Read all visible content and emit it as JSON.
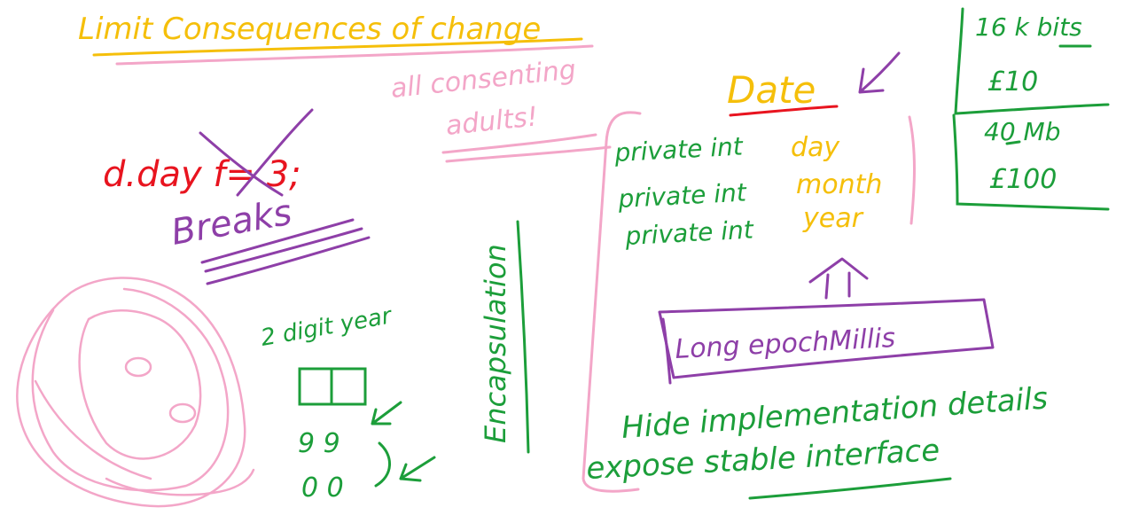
{
  "title": "Limit Consequences of change",
  "subtitle_lines": [
    "all consenting",
    "adults!"
  ],
  "crossed_code": "d.day f= 3;",
  "breaks_label": "Breaks",
  "two_digit_label": "2 digit year",
  "digit_examples": [
    "9 9",
    "0 0"
  ],
  "encapsulation_label": "Encapsulation",
  "date_class": {
    "name": "Date",
    "fields": [
      {
        "modifier": "private int",
        "field": "day"
      },
      {
        "modifier": "private int",
        "field": "month"
      },
      {
        "modifier": "private int",
        "field": "year"
      }
    ]
  },
  "epoch_label": "Long epochMillis",
  "hide_label": "Hide implementation details",
  "expose_label": "expose stable interface",
  "storage": [
    {
      "size": "16 k bits",
      "price": "£10"
    },
    {
      "size": "40 Mb",
      "price": "£100"
    }
  ],
  "colors": {
    "yellow": "#f5bf0a",
    "pink": "#f3a6c8",
    "red": "#e8141f",
    "purple": "#8e3fa8",
    "green": "#1c9e3a"
  }
}
